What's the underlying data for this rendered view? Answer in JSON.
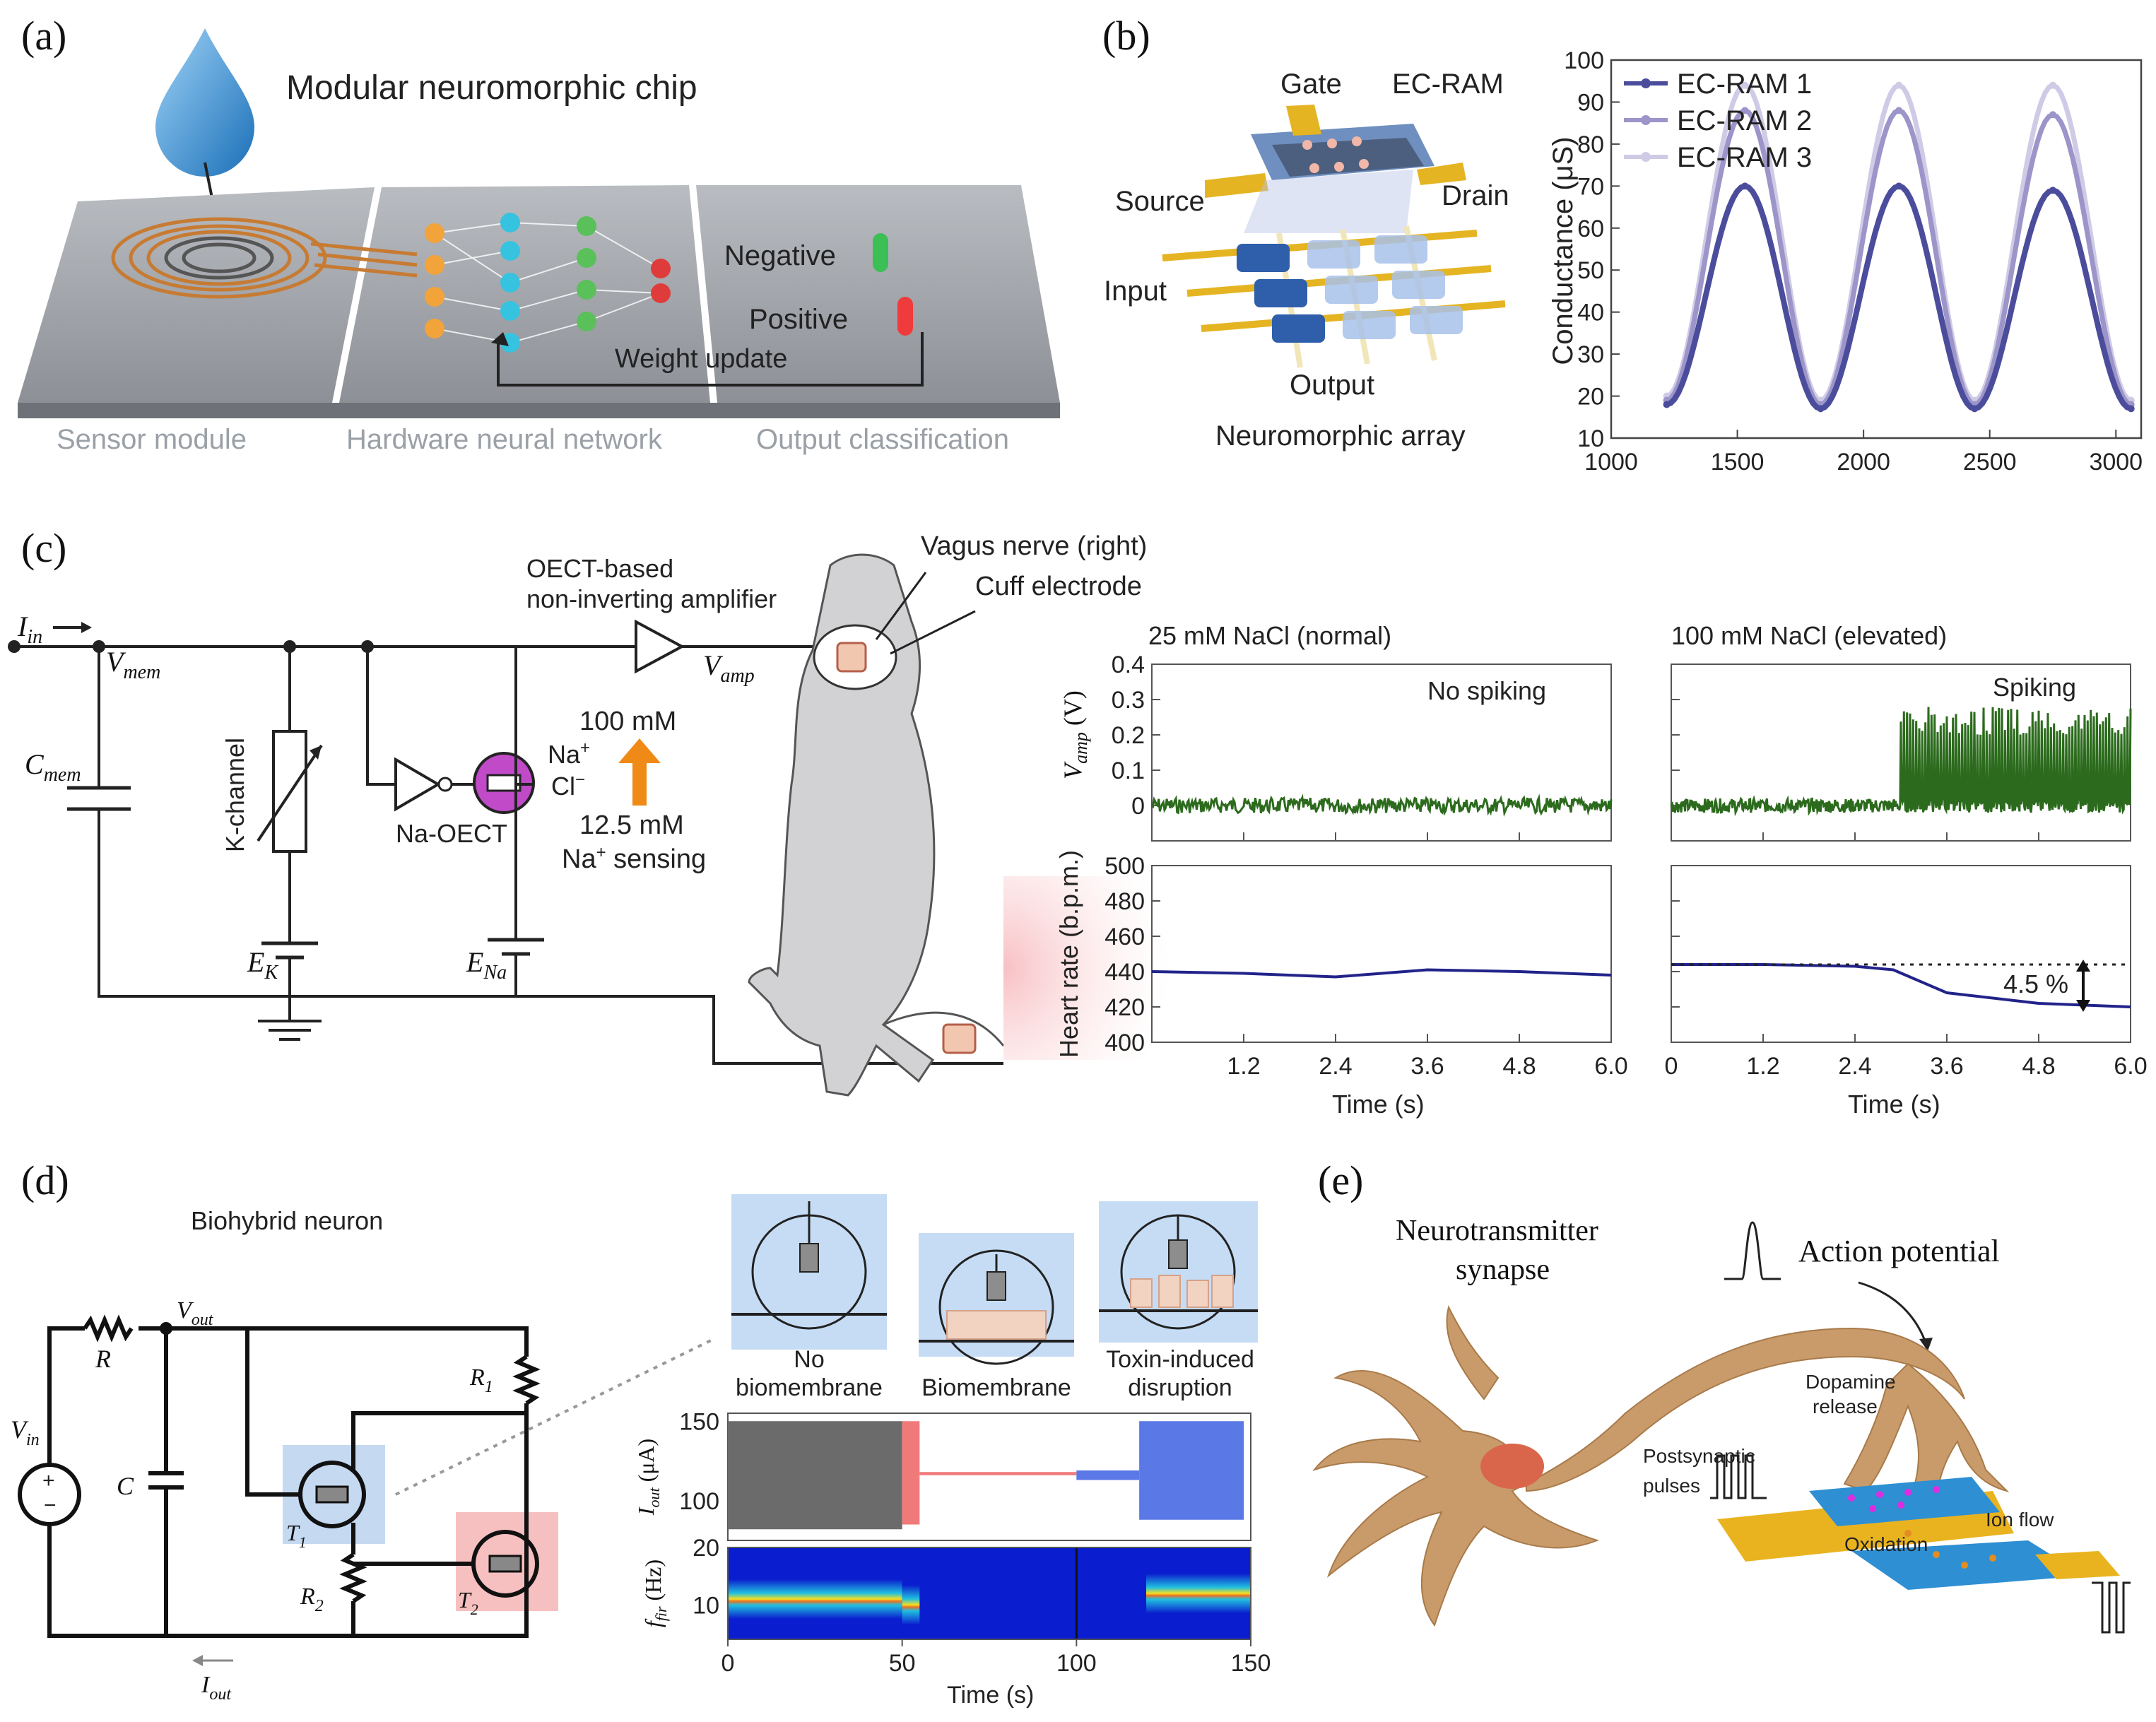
{
  "panel_a": {
    "label": "(a)",
    "title": "Modular neuromorphic chip",
    "negative": "Negative",
    "positive": "Positive",
    "weight_update": "Weight update",
    "sections": [
      "Sensor module",
      "Hardware neural network",
      "Output classification"
    ]
  },
  "panel_b": {
    "label": "(b)",
    "gate": "Gate",
    "ecram": "EC-RAM",
    "source": "Source",
    "drain": "Drain",
    "input": "Input",
    "output": "Output",
    "array": "Neuromorphic array"
  },
  "panel_c": {
    "label": "(c)",
    "i_in": "I",
    "i_in_sub": "in",
    "v_mem": "V",
    "v_mem_sub": "mem",
    "c_mem": "C",
    "c_mem_sub": "mem",
    "k_channel": "K-channel",
    "e_k": "E",
    "e_k_sub": "K",
    "e_na": "E",
    "e_na_sub": "Na",
    "na_oect": "Na-OECT",
    "amp_line1": "OECT-based",
    "amp_line2": "non-inverting amplifier",
    "v_amp": "V",
    "v_amp_sub": "amp",
    "conc_high": "100 mM",
    "na_ion": "Na",
    "cl_ion": "Cl",
    "conc_low": "12.5 mM",
    "na_sensing": "Na",
    "sensing_suffix": "sensing",
    "vagus": "Vagus nerve (right)",
    "cuff": "Cuff electrode",
    "cond_normal": "25 mM NaCl (normal)",
    "cond_elevated": "100 mM NaCl (elevated)",
    "no_spiking": "No spiking",
    "spiking": "Spiking",
    "vamp_ylabel": "V",
    "vamp_ylabel_sub": "amp",
    "vamp_ylabel_unit": "(V)",
    "hr_ylabel": "Heart rate (b.p.m.)",
    "drop": "4.5 %",
    "xlabel": "Time (s)"
  },
  "panel_d": {
    "label": "(d)",
    "title": "Biohybrid neuron",
    "r": "R",
    "c": "C",
    "v_in": "V",
    "v_in_sub": "in",
    "v_out": "V",
    "v_out_sub": "out",
    "r1": "R",
    "r1_sub": "1",
    "r2": "R",
    "r2_sub": "2",
    "t1": "T",
    "t1_sub": "1",
    "t2": "T",
    "t2_sub": "2",
    "i_out": "I",
    "i_out_sub": "out",
    "states": [
      {
        "l1": "No",
        "l2": "biomembrane"
      },
      {
        "l1": "",
        "l2": "Biomembrane"
      },
      {
        "l1": "Toxin-induced",
        "l2": "disruption"
      }
    ],
    "iout_ylabel": "I",
    "iout_ylabel_sub": "out",
    "iout_unit": "(μA)",
    "ffir_ylabel": "f",
    "ffir_ylabel_sub": "fir",
    "ffir_unit": "(Hz)",
    "xlabel": "Time (s)"
  },
  "panel_e": {
    "label": "(e)",
    "synapse_l1": "Neurotransmitter",
    "synapse_l2": "synapse",
    "action_potential": "Action potential",
    "dopamine_l1": "Dopamine",
    "dopamine_l2": "release",
    "post_l1": "Postsynaptic",
    "post_l2": "pulses",
    "oxidation": "Oxidation",
    "ion_flow": "Ion flow"
  },
  "colors": {
    "ecram1": "#4b4d9c",
    "ecram2": "#9b95c9",
    "ecram3": "#cfcbe6",
    "vamp_trace": "#2c6b1d",
    "hr_trace": "#22238a",
    "neuron": "#c99b6a",
    "iout_gray": "#6b6b6b",
    "iout_red": "#f07a7a",
    "iout_blue": "#5a78e6",
    "spectrogram_bg": "#0a1ecf"
  },
  "chart_data": [
    {
      "type": "line",
      "id": "b-conductance",
      "xlabel": "",
      "ylabel": "Conductance (μS)",
      "xlim": [
        1000,
        3100
      ],
      "ylim": [
        10,
        100
      ],
      "xticks": [
        1000,
        1500,
        2000,
        2500,
        3000
      ],
      "yticks": [
        10,
        20,
        30,
        40,
        50,
        60,
        70,
        80,
        90,
        100
      ],
      "legend_position": "top-left",
      "series": [
        {
          "name": "EC-RAM 1",
          "x": [
            1220,
            1530,
            1830,
            2140,
            2440,
            2750,
            3060
          ],
          "y": [
            18,
            70,
            17,
            70,
            17,
            69,
            17
          ]
        },
        {
          "name": "EC-RAM 2",
          "x": [
            1220,
            1530,
            1830,
            2140,
            2440,
            2750,
            3060
          ],
          "y": [
            19,
            88,
            18,
            88,
            18,
            87,
            18
          ]
        },
        {
          "name": "EC-RAM 3",
          "x": [
            1220,
            1530,
            1830,
            2140,
            2440,
            2750,
            3060
          ],
          "y": [
            20,
            94,
            19,
            94,
            19,
            94,
            19
          ]
        }
      ]
    },
    {
      "type": "line",
      "id": "c-vamp-normal",
      "ylim": [
        -0.1,
        0.4
      ],
      "yticks": [
        0,
        0.1,
        0.2,
        0.3,
        0.4
      ],
      "xlim": [
        0,
        6
      ],
      "description_series": [
        {
          "name": "",
          "x": [
            0,
            6
          ],
          "y": [
            0,
            0
          ]
        }
      ]
    },
    {
      "type": "line",
      "id": "c-vamp-elevated",
      "ylim": [
        -0.1,
        0.4
      ],
      "xlim": [
        0,
        6
      ],
      "series": [
        {
          "name": "",
          "x": [
            0,
            3,
            3,
            6
          ],
          "y": [
            0,
            0,
            0.27,
            0.27
          ]
        }
      ]
    },
    {
      "type": "line",
      "id": "c-hr-normal",
      "ylim": [
        400,
        500
      ],
      "yticks": [
        400,
        420,
        440,
        460,
        480,
        500
      ],
      "xlim": [
        0,
        6
      ],
      "xticks": [
        1.2,
        2.4,
        3.6,
        4.8,
        6.0
      ],
      "series": [
        {
          "name": "",
          "x": [
            0,
            1.2,
            2.4,
            3.6,
            4.8,
            6.0
          ],
          "y": [
            440,
            439,
            437,
            441,
            440,
            438
          ]
        }
      ]
    },
    {
      "type": "line",
      "id": "c-hr-elevated",
      "ylim": [
        400,
        500
      ],
      "xlim": [
        0,
        6
      ],
      "xticks": [
        0,
        1.2,
        2.4,
        3.6,
        4.8,
        6.0
      ],
      "baseline": 444,
      "series": [
        {
          "name": "",
          "x": [
            0,
            1.2,
            2.4,
            2.9,
            3.6,
            4.8,
            6.0
          ],
          "y": [
            444,
            444,
            443,
            441,
            428,
            422,
            420
          ]
        }
      ]
    },
    {
      "type": "area",
      "id": "d-iout",
      "ylim": [
        75,
        155
      ],
      "yticks": [
        100,
        150
      ],
      "xlim": [
        0,
        150
      ],
      "xticks": [
        0,
        50,
        100,
        150
      ],
      "segments": [
        {
          "range": [
            0,
            50
          ],
          "low": 82,
          "high": 150,
          "color": "gray"
        },
        {
          "range": [
            50,
            55
          ],
          "low": 85,
          "high": 150,
          "color": "red"
        },
        {
          "range": [
            55,
            100
          ],
          "low": 116,
          "high": 118,
          "color": "red"
        },
        {
          "range": [
            100,
            118
          ],
          "low": 113,
          "high": 119,
          "color": "blue"
        },
        {
          "range": [
            118,
            148
          ],
          "low": 88,
          "high": 150,
          "color": "blue"
        }
      ]
    },
    {
      "type": "heatmap",
      "id": "d-ffir",
      "ylim": [
        4,
        20
      ],
      "yticks": [
        10,
        20
      ],
      "xlim": [
        0,
        150
      ],
      "xticks": [
        0,
        50,
        100,
        150
      ],
      "band": [
        {
          "range": [
            0,
            50
          ],
          "freq": 11
        },
        {
          "range": [
            50,
            55
          ],
          "freq": 10
        },
        {
          "range": [
            120,
            150
          ],
          "freq": 12
        }
      ]
    }
  ]
}
